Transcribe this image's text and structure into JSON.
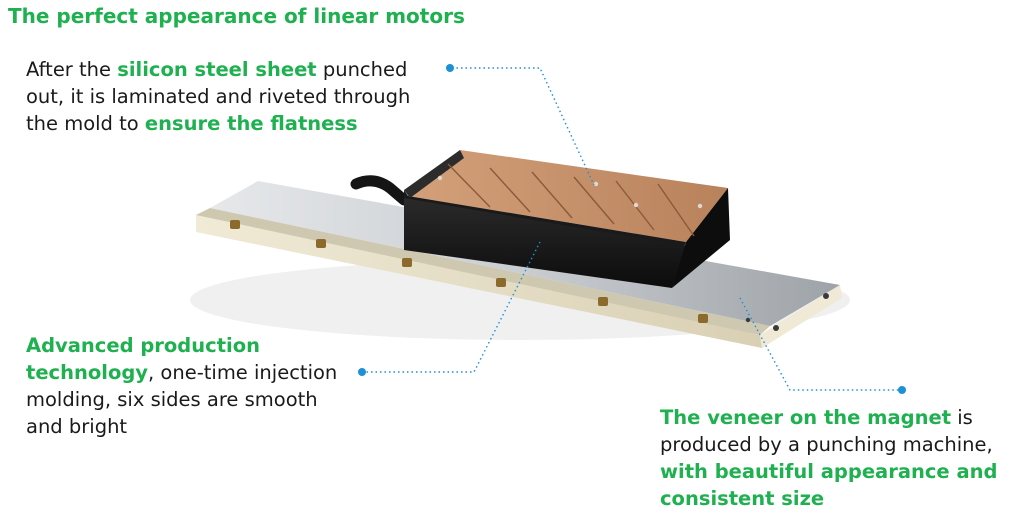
{
  "title": "The perfect appearance of linear motors",
  "callouts": {
    "top": {
      "pre": "After the ",
      "hl1": "silicon steel sheet",
      "mid": " punched out, it is laminated and riveted through the mold to ",
      "hl2": "ensure the flatness"
    },
    "left": {
      "hl": "Advanced production technology",
      "rest": ", one-time injection molding, six sides are smooth and bright"
    },
    "right": {
      "hl1": "The veneer on the magnet",
      "mid": " is produced by a punching machine, ",
      "hl2": "with beautiful appearance and consistent size"
    }
  },
  "colors": {
    "accent_green": "#1fb050",
    "leader_blue": "#1e90d6",
    "body_text": "#1a1a1a"
  }
}
